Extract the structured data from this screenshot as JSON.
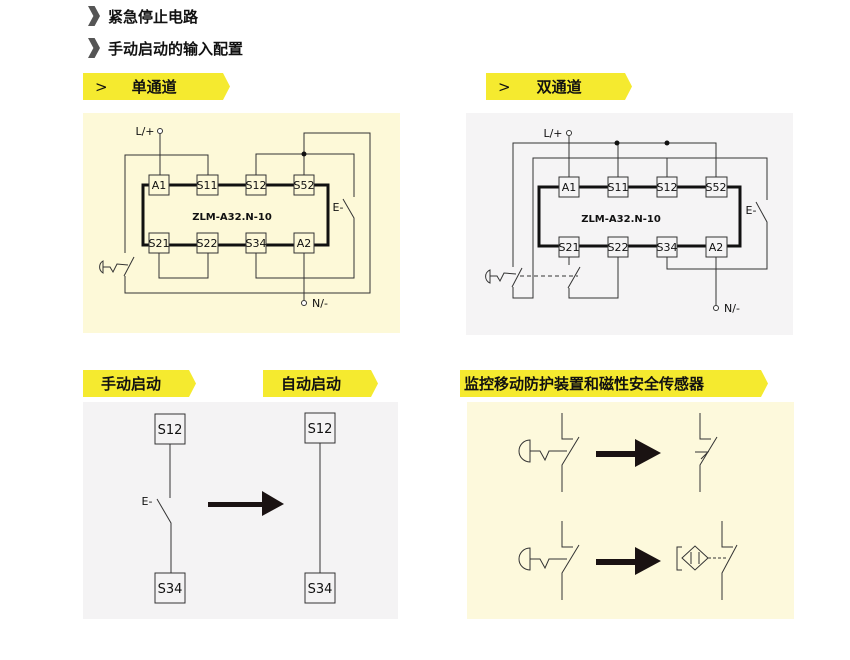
{
  "headings": [
    "紧急停止电路",
    "手动启动的输入配置"
  ],
  "single": {
    "tag": "单通道",
    "model": "ZLM-A32.N-10",
    "terminals_top": [
      "A1",
      "S11",
      "S12",
      "S52"
    ],
    "terminals_bottom": [
      "S21",
      "S22",
      "S34",
      "A2"
    ],
    "supply_pos": "L/+",
    "supply_neg": "N/-",
    "switch": "E-"
  },
  "dual": {
    "tag": "双通道",
    "model": "ZLM-A32.N-10",
    "terminals_top": [
      "A1",
      "S11",
      "S12",
      "S52"
    ],
    "terminals_bottom": [
      "S21",
      "S22",
      "S34",
      "A2"
    ],
    "supply_pos": "L/+",
    "supply_neg": "N/-",
    "switch": "E-"
  },
  "start": {
    "manual_tag": "手动启动",
    "auto_tag": "自动启动",
    "top_terminal": "S12",
    "bottom_terminal": "S34",
    "switch": "E-"
  },
  "sensors": {
    "tag": "监控移动防护装置和磁性安全传感器"
  },
  "colors": {
    "tag": "#f5ea2f",
    "panel_yellow": "#fdf9da",
    "panel_gray": "#f4f3f4"
  }
}
